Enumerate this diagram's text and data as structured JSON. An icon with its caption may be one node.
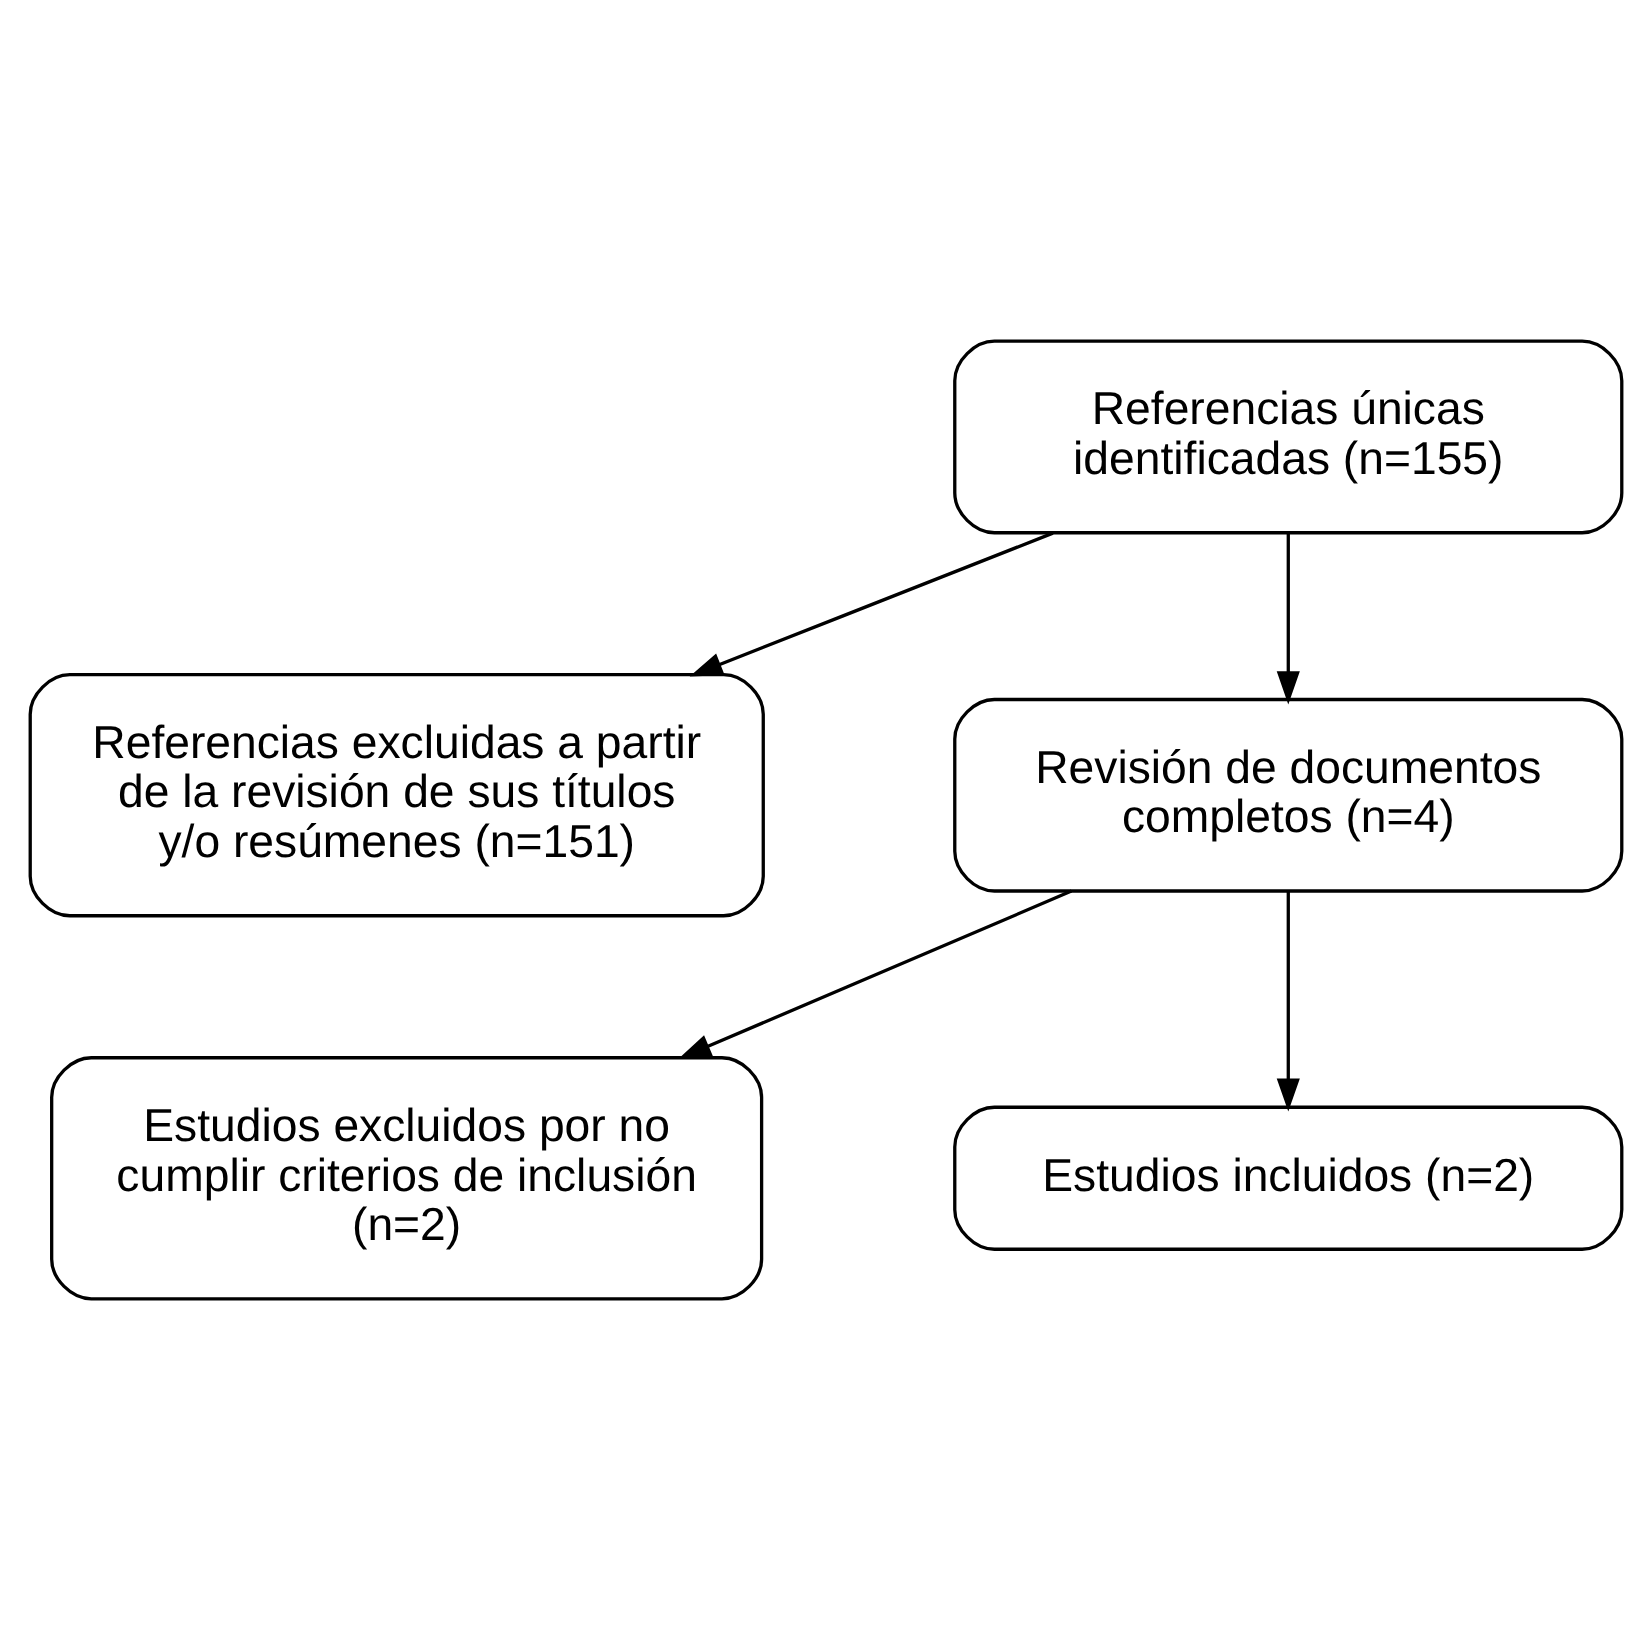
{
  "diagram": {
    "nodes": [
      {
        "text": [
          "Referencias únicas identificadas (n=155)"
        ]
      },
      {
        "text": [
          "Referencias excluidas a partir de la revisión de sus títulos y/o resúmenes (n=151)"
        ]
      },
      {
        "text": [
          "Revisión de documentos completos (n=4)"
        ]
      },
      {
        "text": [
          "Estudios excluidos por no cumplir criterios de inclusión (n=2)"
        ]
      },
      {
        "text": [
          "Estudios incluidos (n=2)"
        ]
      }
    ],
    "edges": [
      {
        "from": 0,
        "to": 1,
        "arrow": "to"
      },
      {
        "from": 0,
        "to": 2,
        "arrow": "to"
      },
      {
        "from": 2,
        "to": 3,
        "arrow": "to"
      },
      {
        "from": 2,
        "to": 4,
        "arrow": "to"
      }
    ]
  }
}
